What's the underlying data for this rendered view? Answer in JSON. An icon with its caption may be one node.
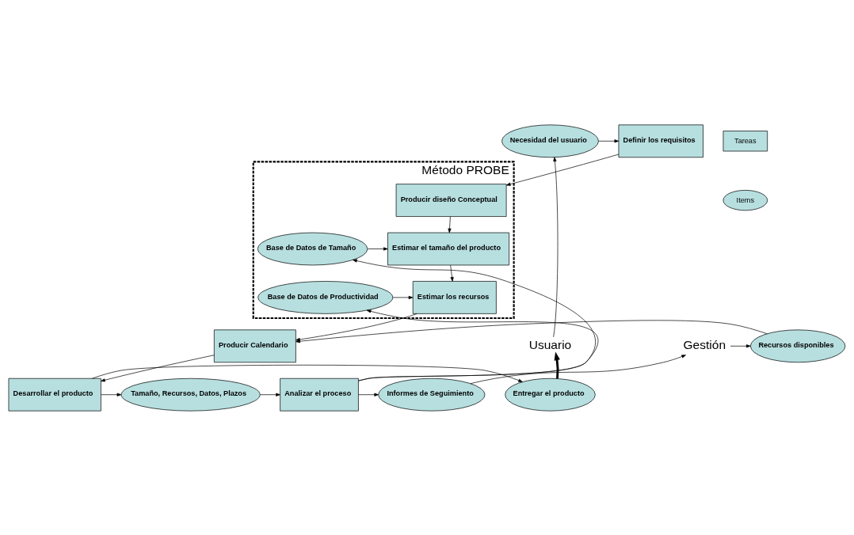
{
  "diagram": {
    "nodes": [
      {
        "text": [
          "Necesidad del usuario"
        ]
      },
      {
        "text": [
          "Definir los requisitos"
        ]
      },
      {
        "text": [
          "Método PROBE"
        ]
      },
      {
        "text": [
          "Producir diseño Conceptual"
        ],
        "in": 2
      },
      {
        "text": [
          "Estimar el tamaño del producto"
        ],
        "in": 2
      },
      {
        "text": [
          "Base de Datos de Tamaño"
        ],
        "in": 2
      },
      {
        "text": [
          "Estimar los recursos"
        ],
        "in": 2
      },
      {
        "text": [
          "Base de Datos de Productividad"
        ],
        "in": 2
      },
      {
        "text": [
          "Producir Calendario"
        ]
      },
      {
        "text": [
          "Recursos disponibles"
        ]
      },
      {
        "text": [
          "Gestión"
        ]
      },
      {
        "text": [
          "Usuario"
        ]
      },
      {
        "text": [
          "Entregar el producto"
        ]
      },
      {
        "text": [
          "Desarrollar el producto"
        ]
      },
      {
        "text": [
          "Tamaño, Recursos, Datos, Plazos"
        ]
      },
      {
        "text": [
          "Analizar el proceso"
        ]
      },
      {
        "text": [
          "Informes de Seguimiento"
        ]
      }
    ],
    "edges": [
      {
        "from": 0,
        "to": 1,
        "arrow": "to"
      },
      {
        "from": 1,
        "to": 3,
        "arrow": "to"
      },
      {
        "from": 3,
        "to": 4,
        "arrow": "to"
      },
      {
        "from": 5,
        "to": 4,
        "arrow": "to"
      },
      {
        "from": 4,
        "to": 6,
        "arrow": "to"
      },
      {
        "from": 7,
        "to": 6,
        "arrow": "to"
      },
      {
        "from": 6,
        "to": 8,
        "arrow": "to"
      },
      {
        "from": 9,
        "to": 8,
        "arrow": "to"
      },
      {
        "from": 10,
        "to": 9,
        "arrow": "to"
      },
      {
        "from": 8,
        "to": 13,
        "arrow": "to"
      },
      {
        "from": 13,
        "to": 12,
        "arrow": "to"
      },
      {
        "from": 12,
        "to": 11,
        "arrow": "to",
        "style": "thick"
      },
      {
        "from": 11,
        "to": 0,
        "arrow": "to"
      },
      {
        "from": 13,
        "to": 14,
        "arrow": "to"
      },
      {
        "from": 14,
        "to": 15,
        "arrow": "to"
      },
      {
        "from": 15,
        "to": 16,
        "arrow": "to"
      },
      {
        "from": 16,
        "to": 10,
        "arrow": "to"
      },
      {
        "from": 15,
        "to": 5,
        "arrow": "to"
      },
      {
        "from": 15,
        "to": 7,
        "arrow": "to"
      }
    ],
    "legend": [
      {
        "text": "Tareas"
      },
      {
        "text": "Items"
      }
    ]
  }
}
